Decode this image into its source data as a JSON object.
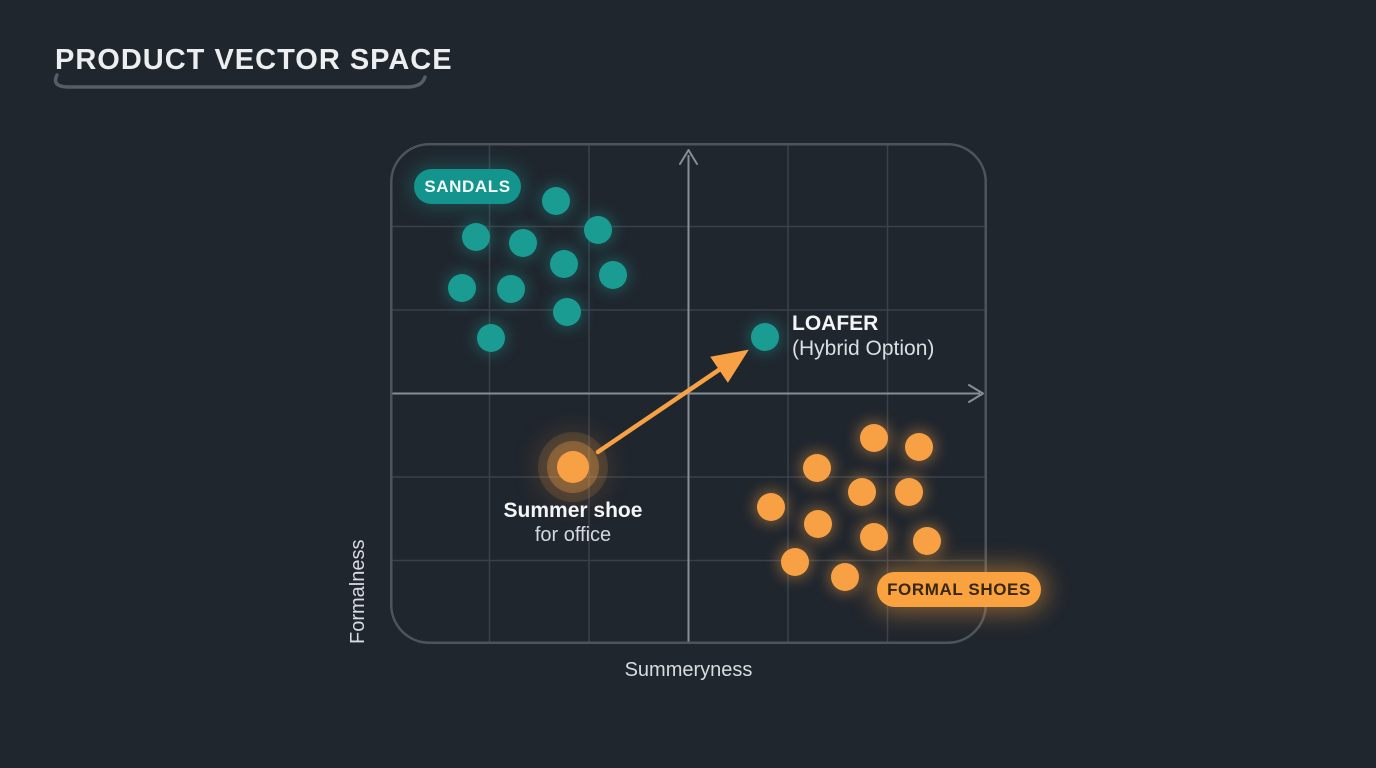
{
  "title": "PRODUCT VECTOR SPACE",
  "axes": {
    "x_label": "Summeryness",
    "y_label": "Formalness"
  },
  "badges": {
    "sandals": "SANDALS",
    "formal_shoes": "FORMAL SHOES"
  },
  "annotations": {
    "loafer": {
      "line1": "LOAFER",
      "line2": "(Hybrid Option)"
    },
    "summer_shoe": {
      "line1": "Summer shoe",
      "line2": "for office"
    }
  },
  "colors": {
    "background": "#20262E",
    "teal": "#1A9C93",
    "teal_badge": "#13948C",
    "orange": "#F8A144",
    "orange_badge": "#F9A23F",
    "grid_line": "#3A414B",
    "grid_border": "#4D545C",
    "axis_arrow": "#878E96",
    "title_text": "#ECEEF0"
  },
  "chart_data": {
    "type": "scatter",
    "title": "PRODUCT VECTOR SPACE",
    "xlabel": "Summeryness",
    "ylabel": "Formalness",
    "x_range": [
      0,
      6
    ],
    "y_range": [
      0,
      6
    ],
    "grid": true,
    "grid_cells": [
      6,
      6
    ],
    "axis_origin_lines": {
      "vertical_x": 3,
      "horizontal_y": 3
    },
    "series": [
      {
        "name": "SANDALS",
        "color": "#1A9C93",
        "points": [
          [
            1.67,
            5.31
          ],
          [
            2.09,
            4.96
          ],
          [
            0.86,
            4.87
          ],
          [
            1.34,
            4.8
          ],
          [
            1.75,
            4.55
          ],
          [
            2.24,
            4.42
          ],
          [
            0.72,
            4.26
          ],
          [
            1.22,
            4.25
          ],
          [
            1.78,
            3.98
          ],
          [
            1.02,
            3.66
          ]
        ]
      },
      {
        "name": "FORMAL SHOES",
        "color": "#F8A144",
        "points": [
          [
            4.86,
            2.47
          ],
          [
            5.32,
            2.36
          ],
          [
            4.29,
            2.11
          ],
          [
            4.74,
            1.82
          ],
          [
            5.22,
            1.82
          ],
          [
            3.83,
            1.64
          ],
          [
            4.3,
            1.44
          ],
          [
            4.86,
            1.28
          ],
          [
            5.4,
            1.23
          ],
          [
            4.07,
            0.98
          ],
          [
            4.57,
            0.8
          ]
        ]
      },
      {
        "name": "LOAFER (Hybrid Option)",
        "color": "#1A9C93",
        "points": [
          [
            3.77,
            3.68
          ]
        ]
      },
      {
        "name": "Summer shoe for office",
        "color": "#F8A144",
        "halo": true,
        "points": [
          [
            1.84,
            2.12
          ]
        ]
      }
    ],
    "arrow": {
      "from": [
        2.09,
        2.3
      ],
      "to": [
        3.55,
        3.48
      ],
      "color": "#F8A144"
    }
  }
}
